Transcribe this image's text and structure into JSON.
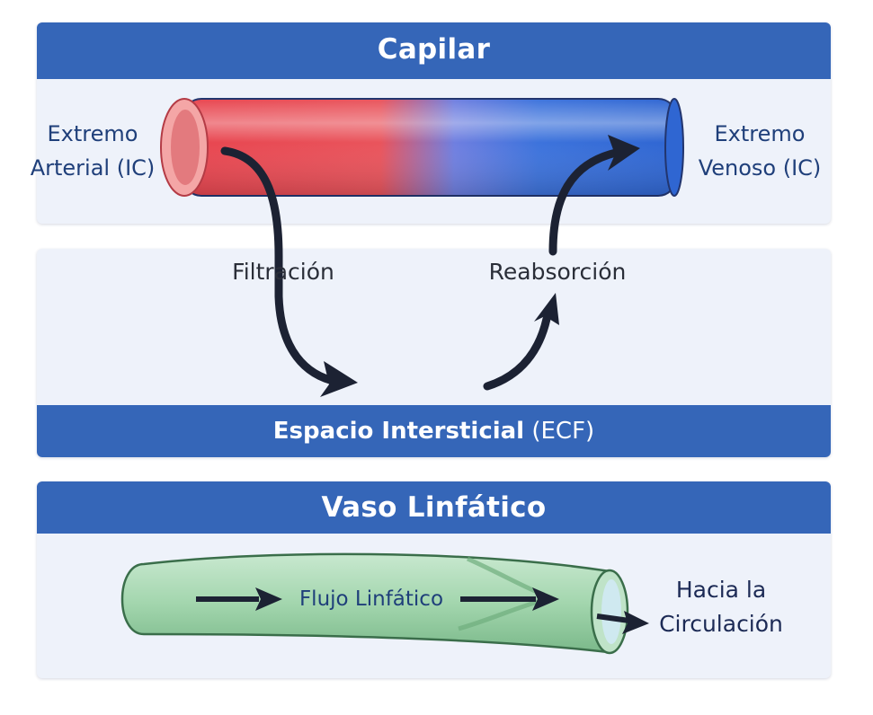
{
  "capilar": {
    "title": "Capilar",
    "arterial_line1": "Extremo",
    "arterial_line2": "Arterial (IC)",
    "venoso_line1": "Extremo",
    "venoso_line2": "Venoso (IC)"
  },
  "flows": {
    "filtracion": "Filtración",
    "reabsorcion": "Reabsorción"
  },
  "intersticial": {
    "title_bold": "Espacio Intersticial",
    "title_suffix": "(ECF)"
  },
  "linfatico": {
    "title": "Vaso Linfático",
    "flujo": "Flujo Linfático",
    "hacia_line1": "Hacia la",
    "hacia_line2": "Circulación"
  },
  "colors": {
    "header_blue": "#3566b8",
    "panel_bg": "#eef2fa",
    "arterial_red": "#e8454f",
    "venous_blue": "#2f66d2",
    "lymph_green": "#8cc79a",
    "arrow_dark": "#1c2233",
    "label_blue": "#1f3f7a"
  },
  "icons": [
    "filtration-arrow",
    "reabsorption-arrow",
    "lymph-flow-arrow",
    "circulation-arrow"
  ]
}
